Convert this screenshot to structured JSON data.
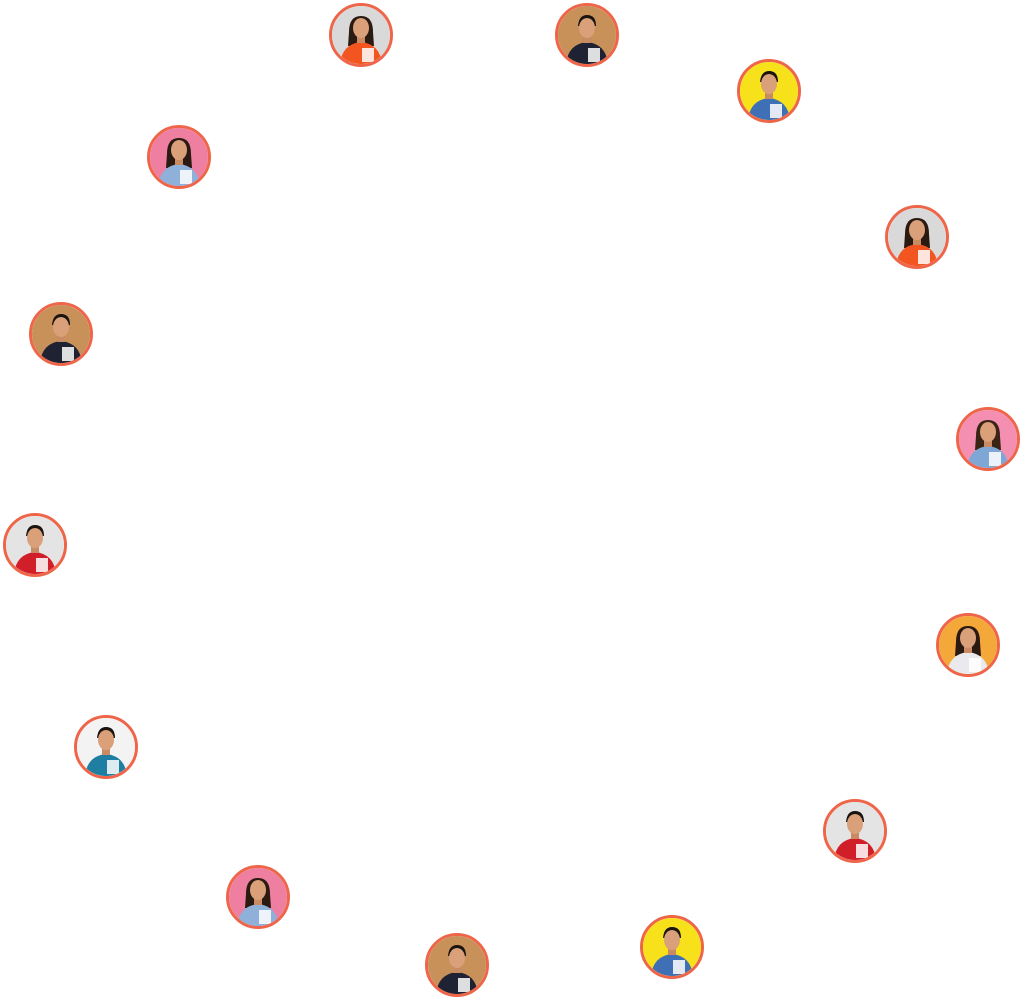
{
  "border_color": "#ef6549",
  "avatars": [
    {
      "person": "woman",
      "background": "#d9d9d9",
      "shirt": "#f2551f",
      "hair": "#2a1a12"
    },
    {
      "person": "man",
      "background": "#c9915a",
      "shirt": "#1f2233",
      "hair": "#1a1410"
    },
    {
      "person": "man",
      "background": "#f7e11a",
      "shirt": "#3f6fb5",
      "hair": "#1a1410"
    },
    {
      "person": "woman",
      "background": "#ee7fa0",
      "shirt": "#8fb0d8",
      "hair": "#2a1a12"
    },
    {
      "person": "woman",
      "background": "#d9d9d9",
      "shirt": "#f2551f",
      "hair": "#2a1a12"
    },
    {
      "person": "man",
      "background": "#c9915a",
      "shirt": "#1f2233",
      "hair": "#1a1410"
    },
    {
      "person": "woman",
      "background": "#f48fb1",
      "shirt": "#7ea7d6",
      "hair": "#3a2416"
    },
    {
      "person": "man",
      "background": "#e4e4e4",
      "shirt": "#d11f2a",
      "hair": "#1a1410"
    },
    {
      "person": "woman",
      "background": "#f5a83a",
      "shirt": "#e9e9ee",
      "hair": "#2a1a12"
    },
    {
      "person": "man",
      "background": "#f3f3f3",
      "shirt": "#1f7fa3",
      "hair": "#1a1410"
    },
    {
      "person": "man",
      "background": "#e4e4e4",
      "shirt": "#d11f2a",
      "hair": "#1a1410"
    },
    {
      "person": "woman",
      "background": "#ee7fa0",
      "shirt": "#8fb0d8",
      "hair": "#2a1a12"
    },
    {
      "person": "man",
      "background": "#f7e11a",
      "shirt": "#3f6fb5",
      "hair": "#1a1410"
    },
    {
      "person": "man",
      "background": "#c9915a",
      "shirt": "#1f2233",
      "hair": "#1a1410"
    }
  ]
}
